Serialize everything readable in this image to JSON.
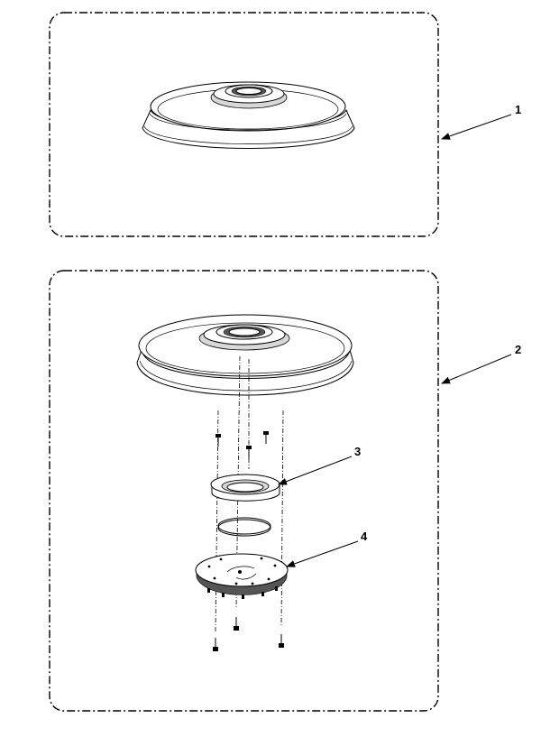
{
  "diagram": {
    "callouts": [
      {
        "id": "1",
        "label": "1"
      },
      {
        "id": "2",
        "label": "2"
      },
      {
        "id": "3",
        "label": "3"
      },
      {
        "id": "4",
        "label": "4"
      }
    ],
    "colors": {
      "line": "#000000",
      "background": "#ffffff",
      "shading": "#d8d8d8"
    }
  }
}
